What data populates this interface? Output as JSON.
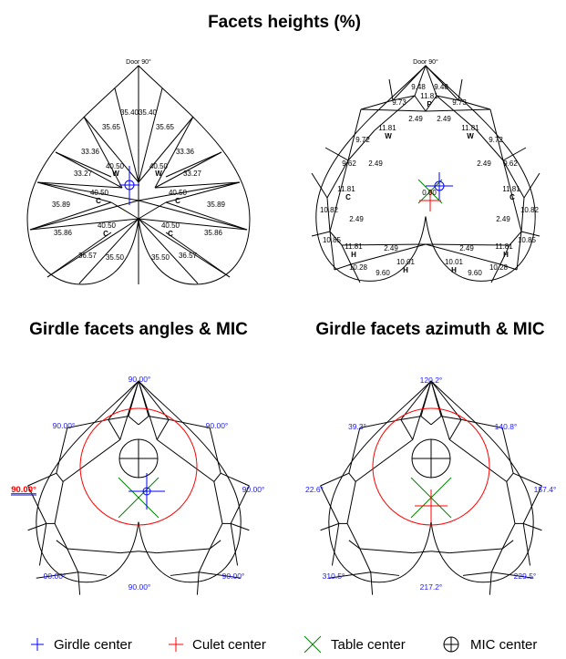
{
  "titles": {
    "heights": "Facets heights (%)",
    "angles": "Girdle facets angles & MIC",
    "azimuth": "Girdle facets azimuth & MIC"
  },
  "door_label": "Door 90°",
  "panel1": {
    "labels": [
      "35.40",
      "35.40",
      "35.65",
      "35.65",
      "33.36",
      "33.36",
      "33.27",
      "33.27",
      "40.50",
      "W",
      "40.50",
      "W",
      "40.50",
      "C",
      "40.50",
      "C",
      "35.89",
      "35.89",
      "40.50",
      "C",
      "40.50",
      "C",
      "35.86",
      "35.86",
      "36.57",
      "36.57",
      "35.50",
      "35.50"
    ]
  },
  "panel2": {
    "labels": [
      "9.48",
      "9.48",
      "11.81",
      "P",
      "9.73",
      "9.73",
      "2.49",
      "2.49",
      "11.81",
      "W",
      "11.81",
      "W",
      "9.72",
      "9.72",
      "9.62",
      "9.62",
      "2.49",
      "2.49",
      "0.00",
      "11.81",
      "C",
      "11.81",
      "C",
      "10.82",
      "10.82",
      "2.49",
      "2.49",
      "10.85",
      "10.85",
      "11.81",
      "H",
      "11.81",
      "H",
      "2.49",
      "2.49",
      "10.01",
      "H",
      "10.01",
      "H",
      "10.28",
      "10.28",
      "9.60",
      "9.60"
    ]
  },
  "panel3": {
    "angles": [
      "90.00°",
      "90.00°",
      "90.00°",
      "90.00°",
      "90.00°",
      "90.00°",
      "90.00°",
      "90.00°"
    ]
  },
  "panel4": {
    "azimuths": [
      "120.2°",
      "39.3°",
      "140.8°",
      "22.6°",
      "157.4°",
      "310.5°",
      "229.5°",
      "217.2°"
    ]
  },
  "legend": [
    {
      "label": "Girdle center",
      "color": "#0000ff",
      "icon": "plus-marker"
    },
    {
      "label": "Culet center",
      "color": "#ff0000",
      "icon": "plus-marker"
    },
    {
      "label": "Table center",
      "color": "#008000",
      "icon": "x-marker"
    },
    {
      "label": "MIC center",
      "color": "#000000",
      "icon": "circle-plus-marker"
    }
  ]
}
